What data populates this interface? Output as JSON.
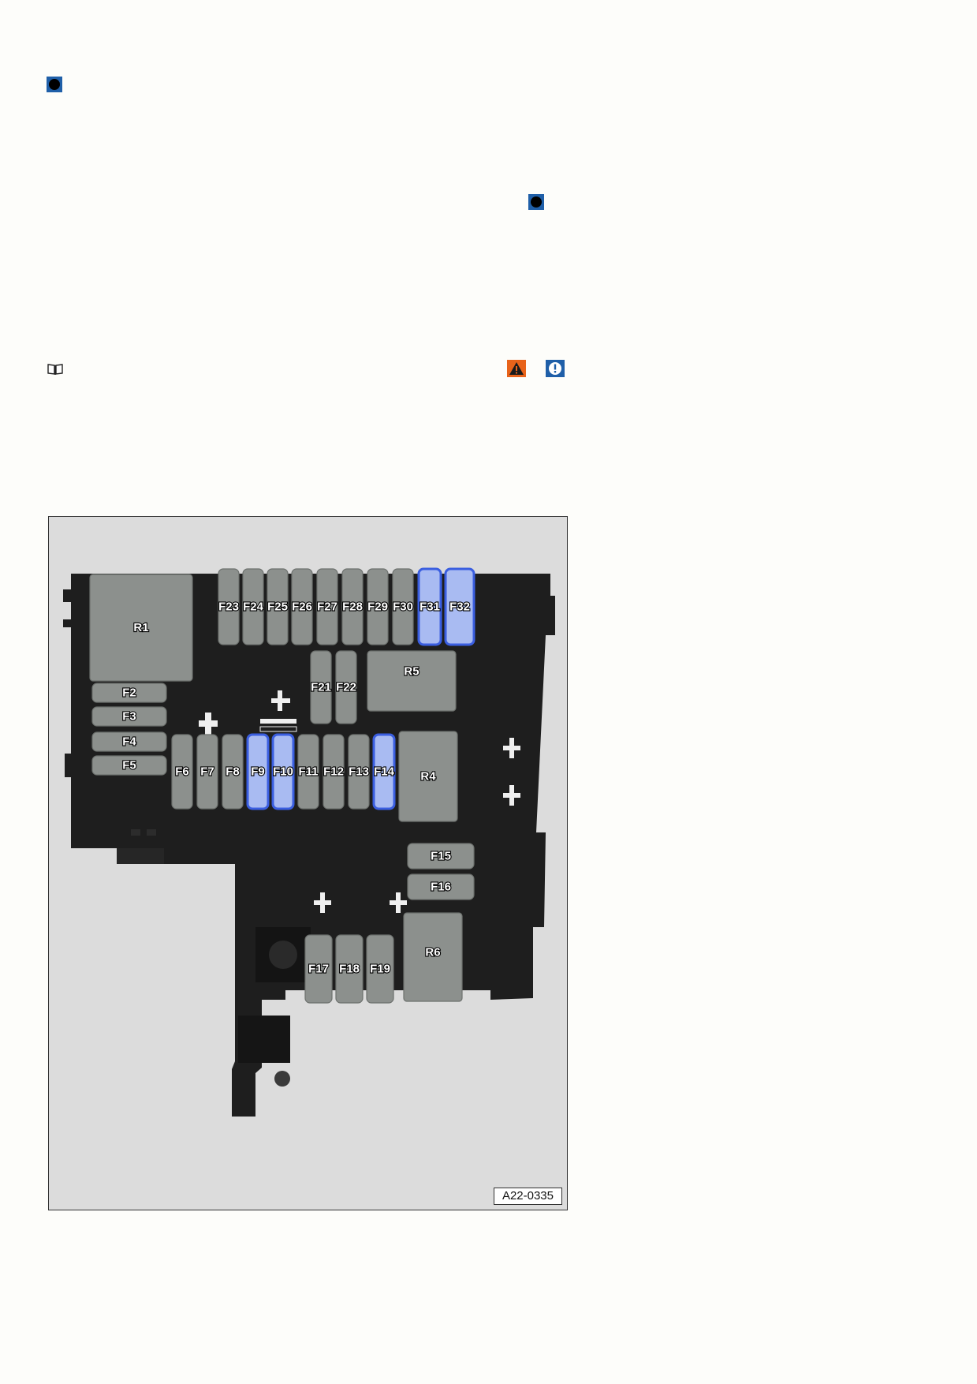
{
  "icons": {
    "top_left": "nut-symbol-icon",
    "top_right": "nut-symbol-icon",
    "book": "book-icon",
    "warning": "warning-triangle-icon",
    "notice": "notice-exclamation-icon"
  },
  "colors": {
    "highlight_fill": "#a9bbf2",
    "highlight_border": "#3a5ee0",
    "component_fill": "#8c908d",
    "housing": "#1e1e1e",
    "figure_background": "#dcdcdc",
    "warning": "#e8631a",
    "notice": "#1f5fa8"
  },
  "figure": {
    "reference": "A22-0335",
    "highlighted": [
      "F9",
      "F10",
      "F14",
      "F31",
      "F32"
    ],
    "components": {
      "relays": [
        "R1",
        "R4",
        "R5",
        "R6"
      ],
      "fuses": [
        "F2",
        "F3",
        "F4",
        "F5",
        "F6",
        "F7",
        "F8",
        "F9",
        "F10",
        "F11",
        "F12",
        "F13",
        "F14",
        "F15",
        "F16",
        "F17",
        "F18",
        "F19",
        "F21",
        "F22",
        "F23",
        "F24",
        "F25",
        "F26",
        "F27",
        "F28",
        "F29",
        "F30",
        "F31",
        "F32"
      ]
    }
  }
}
